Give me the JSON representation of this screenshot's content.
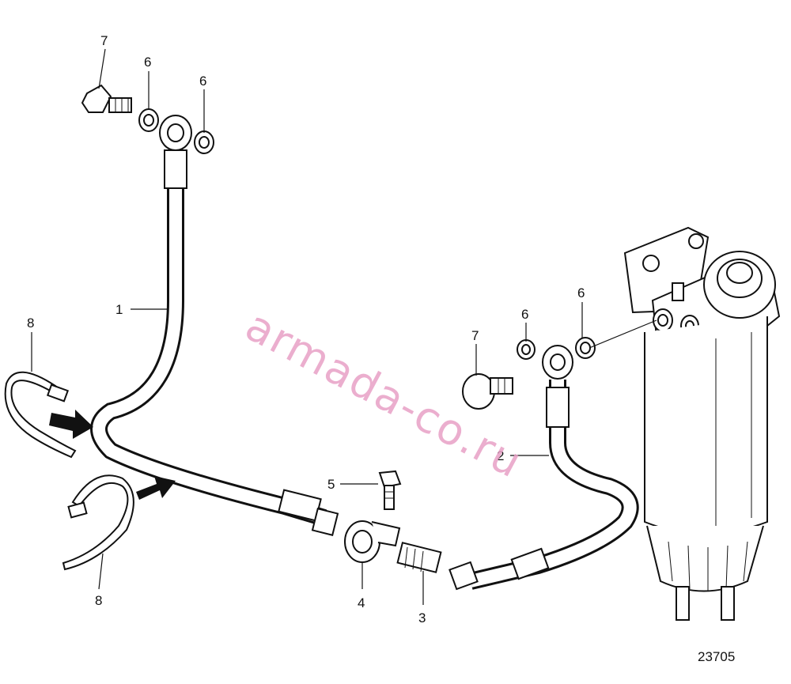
{
  "figure_number": "23705",
  "watermark": "armada-co.ru",
  "callouts": {
    "c1": "1",
    "c2": "2",
    "c3": "3",
    "c4": "4",
    "c5": "5",
    "c6a": "6",
    "c6b": "6",
    "c6c": "6",
    "c6d": "6",
    "c7a": "7",
    "c7b": "7",
    "c8a": "8",
    "c8b": "8"
  }
}
